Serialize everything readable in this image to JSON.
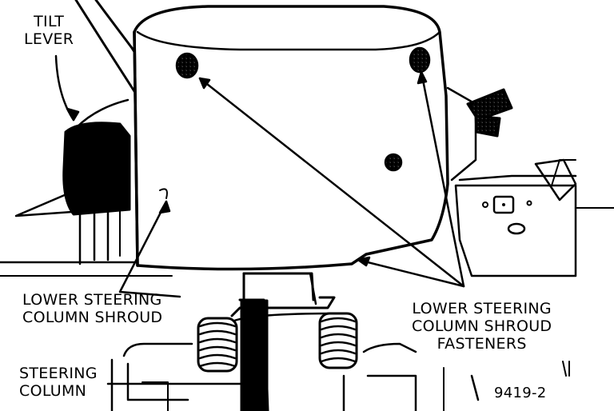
{
  "labels": {
    "tilt_lever": [
      "TILT",
      "LEVER"
    ],
    "lower_shroud": [
      "LOWER STEERING",
      "COLUMN SHROUD"
    ],
    "fasteners": [
      "LOWER STEERING",
      "COLUMN SHROUD",
      "FASTENERS"
    ],
    "steering_column": [
      "STEERING",
      "COLUMN"
    ],
    "figure_number": "9419-2"
  },
  "colors": {
    "ink": "#000000",
    "paper": "#ffffff"
  }
}
